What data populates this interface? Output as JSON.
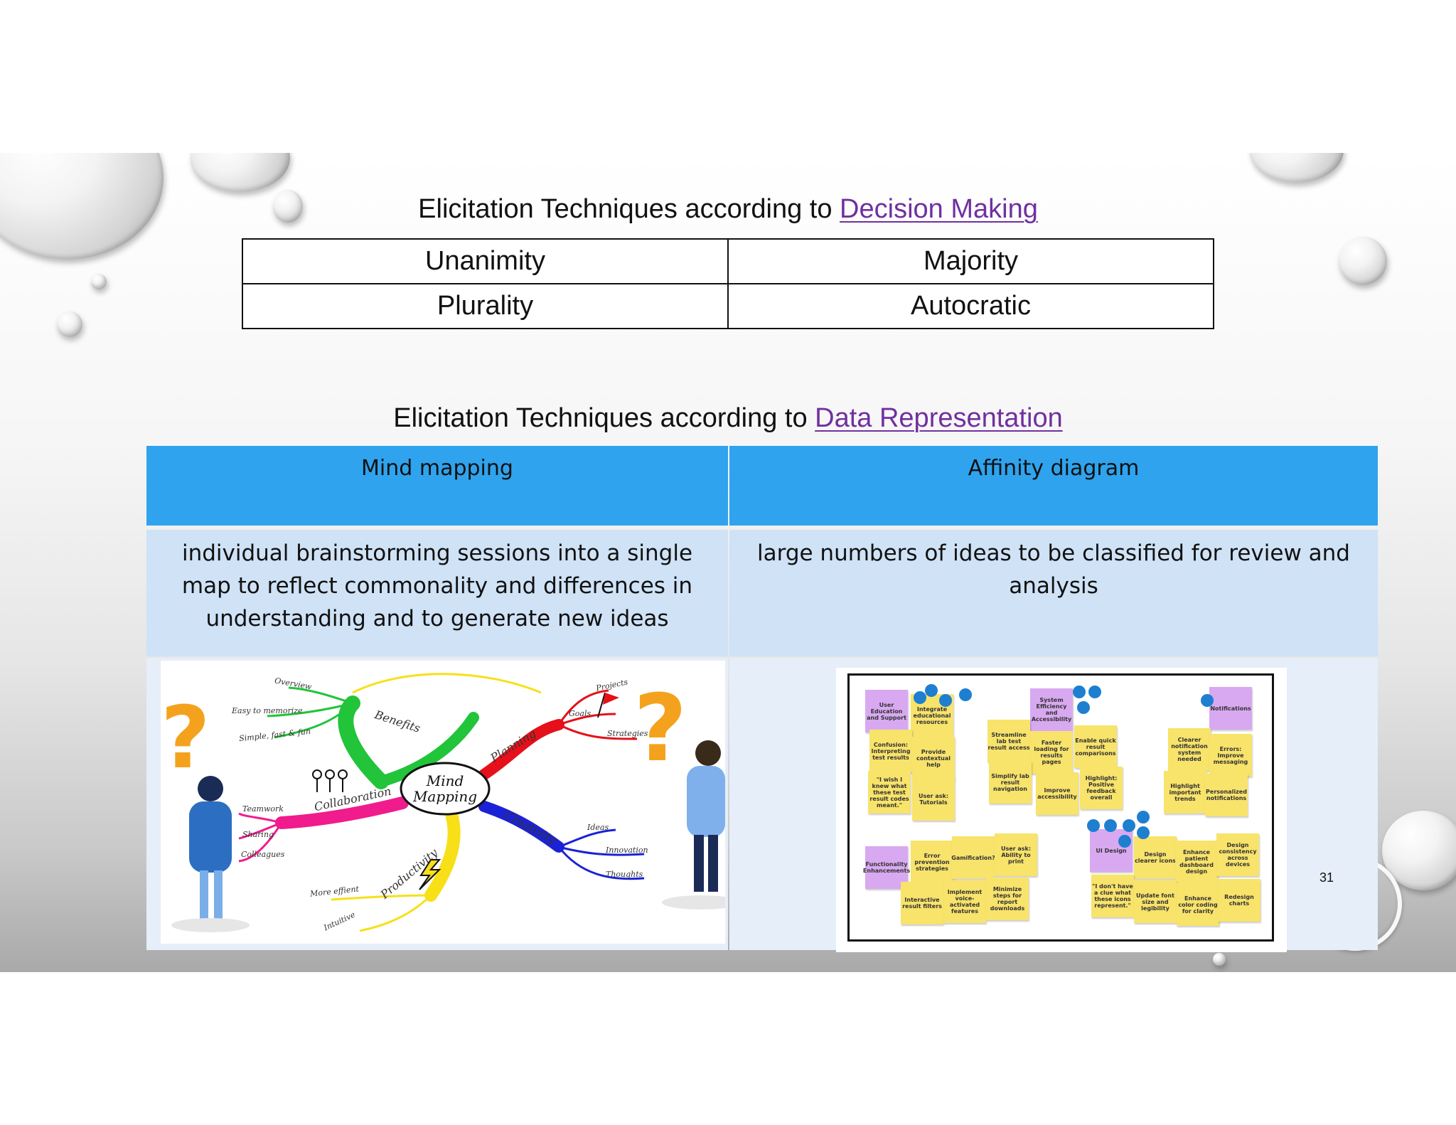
{
  "section1": {
    "title_prefix": "Elicitation Techniques according to ",
    "title_link": "Decision Making",
    "rows": [
      [
        "Unanimity",
        "Majority"
      ],
      [
        "Plurality",
        "Autocratic"
      ]
    ]
  },
  "section2": {
    "title_prefix": "Elicitation Techniques according to ",
    "title_link": "Data Representation",
    "columns": [
      {
        "header": "Mind mapping",
        "description": "individual brainstorming sessions into a single map to reflect commonality and differences in understanding and to generate new ideas"
      },
      {
        "header": "Affinity diagram",
        "description": "large numbers of ideas to be classified for review and analysis"
      }
    ]
  },
  "mindmap": {
    "center": "Mind Mapping",
    "branches": [
      "Benefits",
      "Planning",
      "Collaboration",
      "Creativity",
      "Productivity"
    ],
    "leaves": [
      "Overview",
      "Easy to memorize",
      "Simple, fast & fun",
      "Projects",
      "Goals",
      "Strategies",
      "Teamwork",
      "Sharing",
      "Colleagues",
      "Ideas",
      "Innovation",
      "Thoughts",
      "More effient",
      "Intuitive"
    ]
  },
  "affinity": {
    "notes": [
      "User Education and Support",
      "Integrate educational resources",
      "Confusion: Interpreting test results",
      "Provide contextual help",
      "\"I wish I knew what these test result codes meant.\"",
      "User ask: Tutorials",
      "System Efficiency and Accessibility",
      "Streamline lab test result access",
      "Faster loading for results pages",
      "Enable quick result comparisons",
      "Simplify lab result navigation",
      "Improve accessibility",
      "Highlight: Positive feedback overall",
      "Notifications",
      "Clearer notification system needed",
      "Errors: Improve messaging",
      "Highlight important trends",
      "Personalized notifications",
      "Functionality Enhancements",
      "Error prevention strategies",
      "Gamification?",
      "User ask: Ability to print",
      "Interactive result filters",
      "Implement voice-activated features",
      "Minimize steps for report downloads",
      "UI Design",
      "Design clearer icons",
      "Enhance patient dashboard design",
      "Design consistency across devices",
      "\"I don't have a clue what these icons represent.\"",
      "Update font size and legibility",
      "Enhance color coding for clarity",
      "Redesign charts"
    ]
  },
  "page_number": "31",
  "colors": {
    "header_blue": "#2fa3ee",
    "desc_blue": "#cfe2f6",
    "link_purple": "#7030a0"
  }
}
